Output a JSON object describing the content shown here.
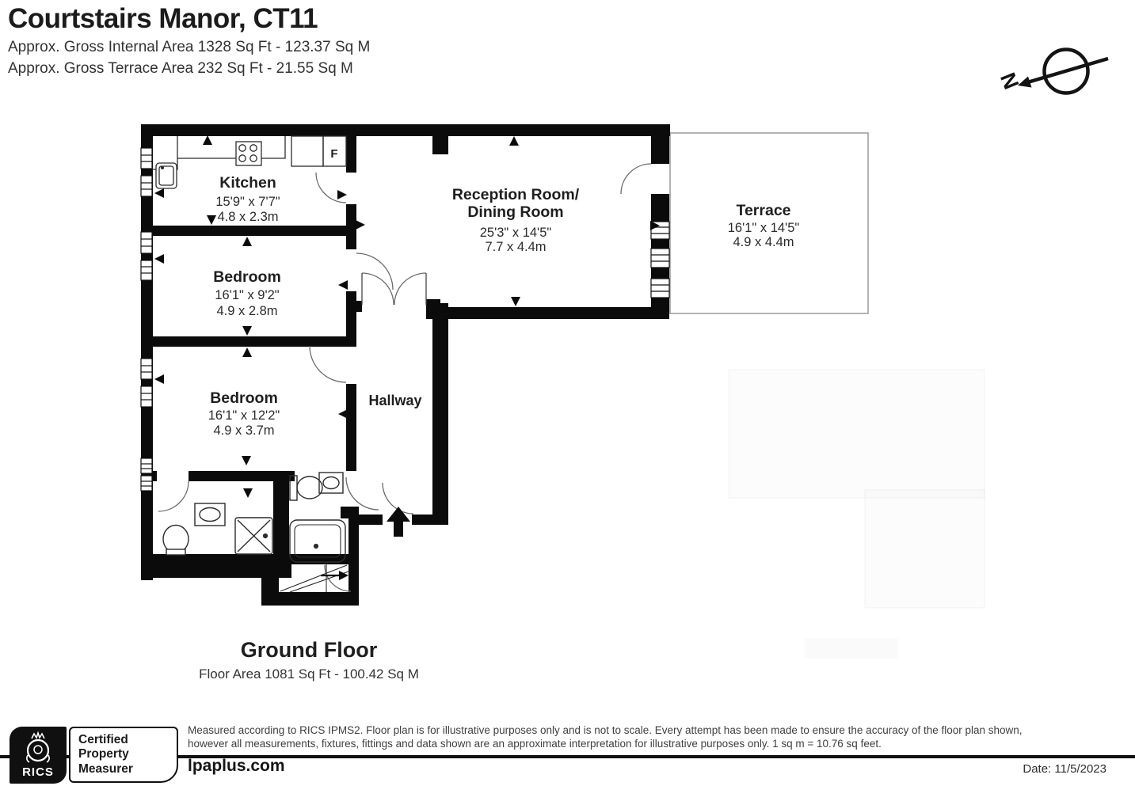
{
  "header": {
    "title": "Courtstairs Manor, CT11",
    "subtitle1": "Approx. Gross Internal Area 1328 Sq Ft - 123.37 Sq M",
    "subtitle2": "Approx. Gross Terrace Area 232 Sq Ft - 21.55 Sq M"
  },
  "compass": {
    "north_label": "N"
  },
  "rooms": {
    "kitchen": {
      "name": "Kitchen",
      "imperial": "15'9\" x 7'7\"",
      "metric": "4.8 x 2.3m"
    },
    "reception": {
      "name_line1": "Reception Room/",
      "name_line2": "Dining Room",
      "imperial": "25'3\" x 14'5\"",
      "metric": "7.7 x 4.4m"
    },
    "terrace": {
      "name": "Terrace",
      "imperial": "16'1\" x 14'5\"",
      "metric": "4.9 x 4.4m"
    },
    "bedroom1": {
      "name": "Bedroom",
      "imperial": "16'1\" x 9'2\"",
      "metric": "4.9 x 2.8m"
    },
    "bedroom2": {
      "name": "Bedroom",
      "imperial": "16'1\" x 12'2\"",
      "metric": "4.9 x 3.7m"
    },
    "hallway": {
      "name": "Hallway"
    }
  },
  "fixtures": {
    "fridge_label": "F"
  },
  "floor": {
    "name": "Ground Floor",
    "area": "Floor Area 1081 Sq Ft - 100.42 Sq M"
  },
  "footer": {
    "rics_brand": "RICS",
    "badge_line1": "Certified",
    "badge_line2": "Property",
    "badge_line3": "Measurer",
    "disclaimer_line1": "Measured according to RICS IPMS2. Floor plan is for illustrative purposes only and is not to scale. Every attempt has been made to ensure the accuracy of the floor plan shown,",
    "disclaimer_line2": "however all measurements, fixtures, fittings and data shown are an approximate interpretation for illustrative purposes only. 1 sq m = 10.76 sq feet.",
    "website": "lpaplus.com",
    "date": "Date: 11/5/2023"
  },
  "colors": {
    "wall": "#0b0b0b",
    "text": "#222222",
    "terrace_outline": "#9a9a9a"
  }
}
